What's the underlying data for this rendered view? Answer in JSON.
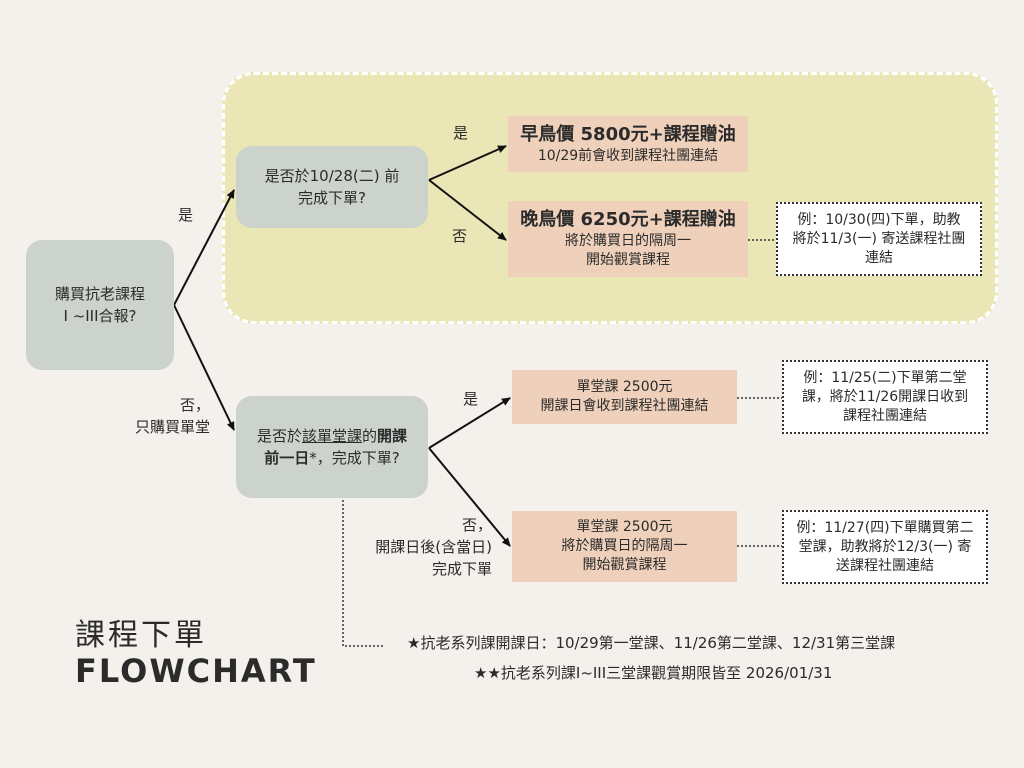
{
  "start": {
    "line1": "購買抗老課程",
    "line2": "I ~III合報?"
  },
  "branch_labels": {
    "yes_bundle": "是",
    "no_single_1": "否，",
    "no_single_2": "只購買單堂",
    "yes_early": "是",
    "no_late": "否",
    "yes_before": "是",
    "no_after_1": "否，",
    "no_after_2": "開課日後(含當日)",
    "no_after_3": "完成下單"
  },
  "question_date": {
    "line1": "是否於10/28(二)  前",
    "line2": "完成下單?"
  },
  "question_single": {
    "p1": "是否於",
    "p2": "該單堂課",
    "p3": "的",
    "p4": "開課",
    "p5": "前一日",
    "p6": "*，完成下單?"
  },
  "result_early": {
    "title": "早鳥價 5800元+課程贈油",
    "sub": "10/29前會收到課程社團連結"
  },
  "result_late": {
    "title": "晚鳥價 6250元+課程贈油",
    "sub1": "將於購買日的隔周一",
    "sub2": "開始觀賞課程"
  },
  "result_single_yes": {
    "line1": "單堂課 2500元",
    "line2": "開課日會收到課程社團連結"
  },
  "result_single_no": {
    "line1": "單堂課 2500元",
    "line2": "將於購買日的隔周一",
    "line3": "開始觀賞課程"
  },
  "note_late": {
    "line1": "例：10/30(四)下單，助教",
    "line2": "將於11/3(一) 寄送課程社團",
    "line3": "連結"
  },
  "note_single_yes": {
    "line1": "例：11/25(二)下單第二堂",
    "line2": "課，將於11/26開課日收到",
    "line3": "課程社團連結"
  },
  "note_single_no": {
    "line1": "例：11/27(四)下單購買第二",
    "line2": "堂課，助教將於12/3(一) 寄",
    "line3": "送課程社團連結"
  },
  "title": {
    "cn": "課程下單",
    "en": "FLOWCHART"
  },
  "footnotes": {
    "line1": "★抗老系列課開課日：10/29第一堂課、11/26第二堂課、12/31第三堂課",
    "line2": "★★抗老系列課I~III三堂課觀賞期限皆至  2026/01/31"
  },
  "colors": {
    "background": "#f4f0eb",
    "highlight": "#ebe6b6",
    "question_box": "#cbd3cc",
    "result_box": "#efd1bb"
  }
}
